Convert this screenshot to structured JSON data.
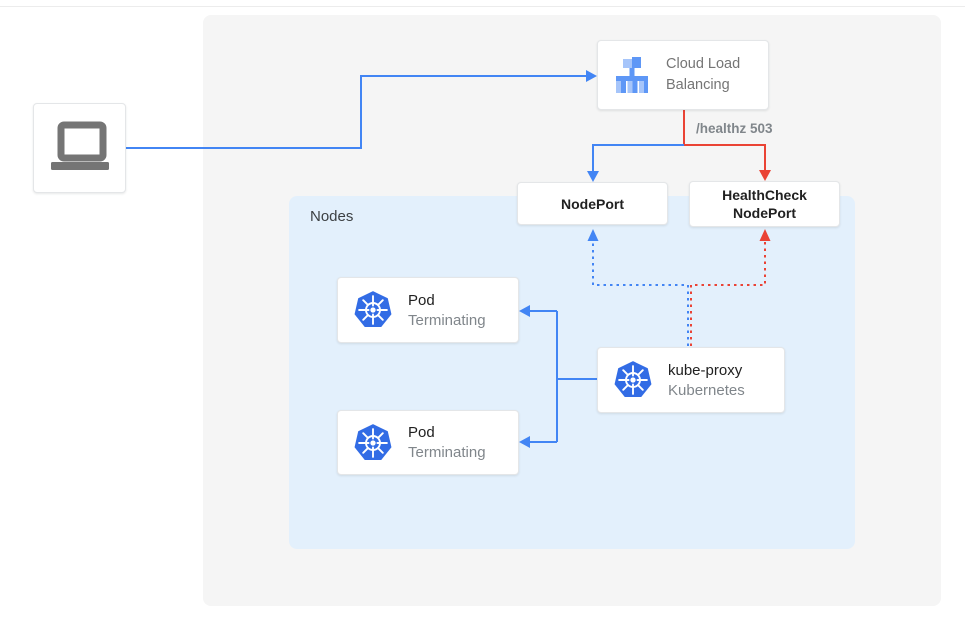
{
  "client": {
    "icon": "laptop-icon"
  },
  "load_balancer": {
    "label": "Cloud Load Balancing",
    "icon": "cloud-load-balancing-icon"
  },
  "health_check_label": "/healthz 503",
  "nodes_group": {
    "label": "Nodes"
  },
  "nodeport": {
    "label": "NodePort"
  },
  "healthcheck_nodeport": {
    "label": "HealthCheck NodePort"
  },
  "pods": [
    {
      "title": "Pod",
      "subtitle": "Terminating",
      "icon": "kubernetes-helm-icon"
    },
    {
      "title": "Pod",
      "subtitle": "Terminating",
      "icon": "kubernetes-helm-icon"
    }
  ],
  "kube_proxy": {
    "title": "kube-proxy",
    "subtitle": "Kubernetes",
    "icon": "kubernetes-helm-icon"
  },
  "colors": {
    "blue": "#4285F4",
    "red": "#EA4335",
    "k8s_blue": "#326CE5",
    "clb_light": "#A6C5FA",
    "clb_mid": "#5E97F6",
    "canvas": "#F5F5F5",
    "nodes_bg": "#E3F0FC",
    "icon_gray": "#757575",
    "muted_text": "#80868B",
    "title_text": "#212121"
  }
}
